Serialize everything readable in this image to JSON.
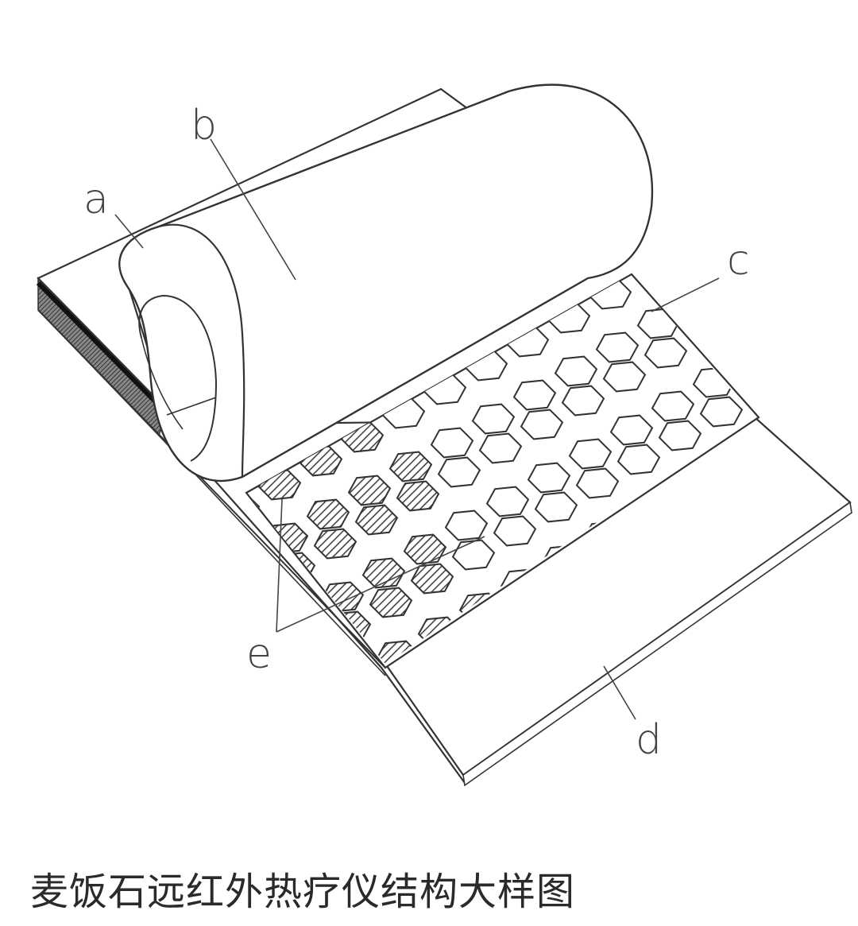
{
  "labels": {
    "a": "a",
    "b": "b",
    "c": "c",
    "d": "d",
    "e": "e"
  },
  "caption": "麦饭石远红外热疗仪结构大样图",
  "colors": {
    "line": "#333333",
    "fill": "#ffffff",
    "hatch": "#444444",
    "text": "#2a2a2a"
  }
}
